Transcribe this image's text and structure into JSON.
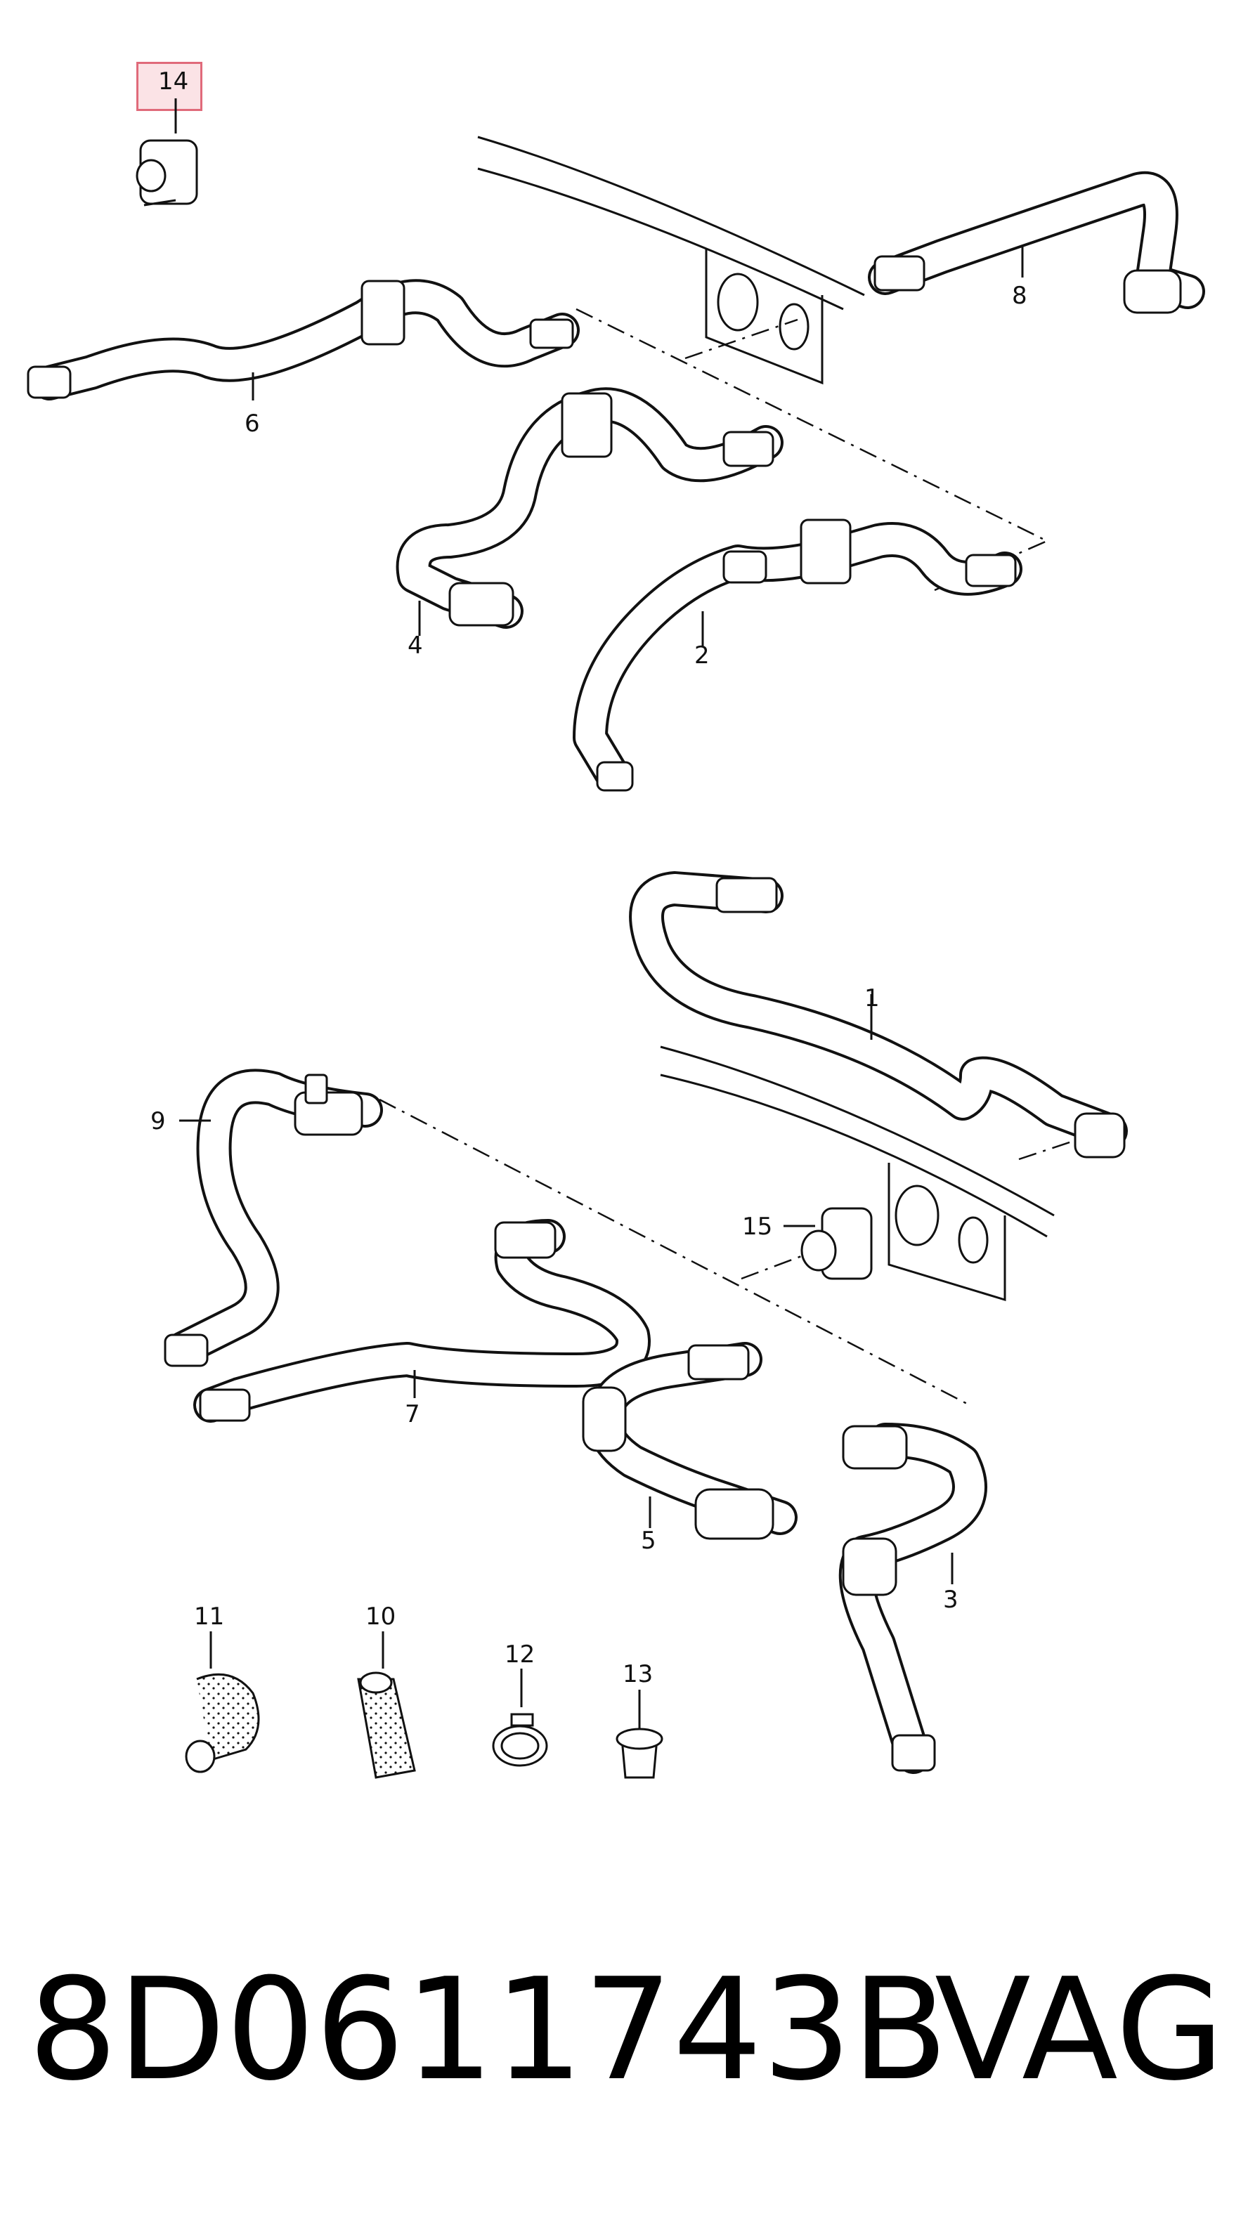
{
  "diagram": {
    "callouts": {
      "c1": "1",
      "c2": "2",
      "c3": "3",
      "c4": "4",
      "c5": "5",
      "c6": "6",
      "c7": "7",
      "c8": "8",
      "c9": "9",
      "c10": "10",
      "c11": "11",
      "c12": "12",
      "c13": "13",
      "c14": "14",
      "c15": "15"
    },
    "highlighted_callout": "14",
    "highlight_color": "#fbe3e6",
    "highlight_border": "#e06a7a"
  },
  "footer": {
    "part_number": "8D0611743B",
    "brand": "VAG"
  }
}
